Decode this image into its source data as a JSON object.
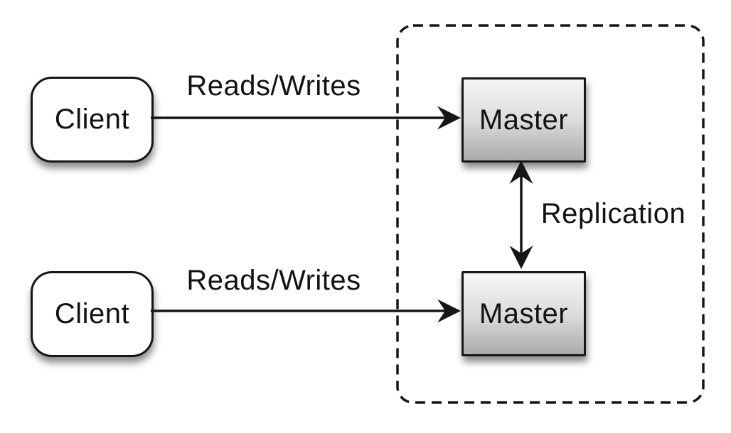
{
  "diagram": {
    "type": "architecture-diagram",
    "background_color": "#ffffff",
    "stroke_color": "#161616",
    "text_color": "#121212",
    "clients": [
      {
        "id": "client-1",
        "label": "Client",
        "fill": "#ffffff",
        "shape": "rounded-rectangle"
      },
      {
        "id": "client-2",
        "label": "Client",
        "fill": "#ffffff",
        "shape": "rounded-rectangle"
      }
    ],
    "masters": [
      {
        "id": "master-1",
        "label": "Master",
        "fill_top": "#f5f5f5",
        "fill_bottom": "#ababab",
        "shape": "rectangle"
      },
      {
        "id": "master-2",
        "label": "Master",
        "fill_top": "#f5f5f5",
        "fill_bottom": "#ababab",
        "shape": "rectangle"
      }
    ],
    "edges": [
      {
        "id": "reads-writes-top",
        "label": "Reads/Writes",
        "from": "client-1",
        "to": "master-1",
        "type": "single-arrow"
      },
      {
        "id": "reads-writes-bottom",
        "label": "Reads/Writes",
        "from": "client-2",
        "to": "master-2",
        "type": "single-arrow"
      },
      {
        "id": "replication",
        "label": "Replication",
        "from": "master-1",
        "to": "master-2",
        "type": "double-arrow"
      }
    ],
    "cluster": {
      "id": "replication-boundary",
      "contains": [
        "master-1",
        "master-2"
      ],
      "border_style": "dashed"
    }
  }
}
